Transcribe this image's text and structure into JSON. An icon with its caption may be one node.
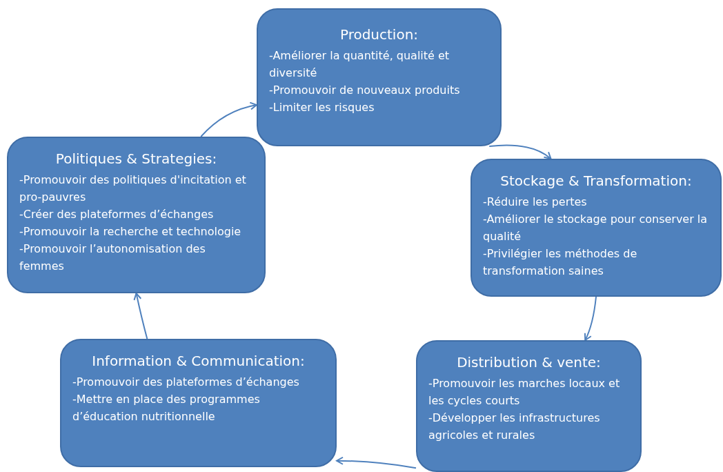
{
  "diagram": {
    "nodes": [
      {
        "text": [
          "Production:",
          "-Améliorer la quantité, qualité et diversité",
          "-Promouvoir de nouveaux produits",
          "-Limiter les risques"
        ]
      },
      {
        "text": [
          "Stockage & Transformation:",
          "-Réduire les pertes",
          "-Améliorer le stockage pour conserver la qualité",
          "-Privilégier les méthodes de transformation saines"
        ]
      },
      {
        "text": [
          "Distribution & vente:",
          "-Promouvoir les marches locaux et les cycles courts",
          "-Développer les infrastructures agricoles et rurales"
        ]
      },
      {
        "text": [
          "Information & Communication:",
          "-Promouvoir des plateformes d’échanges",
          "-Mettre en place des programmes d’éducation nutritionnelle"
        ]
      },
      {
        "text": [
          "Politiques & Strategies:",
          "-Promouvoir des politiques d'incitation et pro-pauvres",
          "-Créer des plateformes d’échanges",
          "-Promouvoir la recherche et technologie",
          "-Promouvoir l’autonomisation des femmes"
        ]
      }
    ],
    "edges": [
      {
        "from": 4,
        "to": 0,
        "arrow": "to"
      },
      {
        "from": 0,
        "to": 1,
        "arrow": "to"
      },
      {
        "from": 1,
        "to": 2,
        "arrow": "to"
      },
      {
        "from": 2,
        "to": 3,
        "arrow": "to"
      },
      {
        "from": 3,
        "to": 4,
        "arrow": "to"
      }
    ]
  }
}
